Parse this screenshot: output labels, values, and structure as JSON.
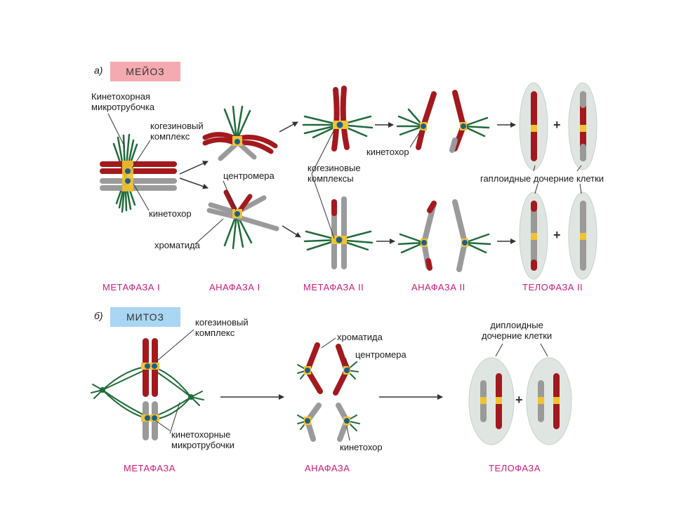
{
  "colors": {
    "maternal_chromosome": "#a3191d",
    "paternal_chromosome": "#9a9a9a",
    "microtubule": "#1f6b3a",
    "kinetochore": "#1f5f88",
    "cohesin": "#f1c232",
    "cell_fill": "#dfe6e1",
    "meiosis_badge": "#f4aab0",
    "mitosis_badge": "#a9d6f2",
    "phase_label": "#cc1c78"
  },
  "icons": [
    "chromosome-glyph",
    "spindle-microtubule-glyph",
    "kinetochore-dot",
    "cohesin-band",
    "arrow-icon"
  ],
  "meiosis": {
    "section_letter": "а)",
    "badge": "МЕЙОЗ",
    "labels": {
      "kinetochore_microtubule": "Кинетохорная\nмикротрубочка",
      "cohesin_complex": "когезиновый\nкомплекс",
      "centromere": "центромера",
      "kinetochore_left": "кинетохор",
      "chromatid": "хроматида",
      "cohesin_complexes": "когезиновые\nкомплексы",
      "kinetochore_right": "кинетохор",
      "haploid_cells": "гаплоидные дочерние клетки"
    },
    "plus": "+",
    "phases": [
      "МЕТАФАЗА I",
      "АНАФАЗА I",
      "МЕТАФАЗА II",
      "АНАФАЗА II",
      "ТЕЛОФАЗА II"
    ]
  },
  "mitosis": {
    "section_letter": "б)",
    "badge": "МИТОЗ",
    "labels": {
      "cohesin_complex": "когезиновый\nкомплекс",
      "kinetochore_microtubules": "кинетохорные\nмикротрубочки",
      "chromatid": "хроматида",
      "centromere": "центромера",
      "kinetochore": "кинетохор",
      "diploid_cells": "диплоидные\nдочерние клетки"
    },
    "plus": "+",
    "phases": [
      "МЕТАФАЗА",
      "АНАФАЗА",
      "ТЕЛОФАЗА"
    ]
  }
}
